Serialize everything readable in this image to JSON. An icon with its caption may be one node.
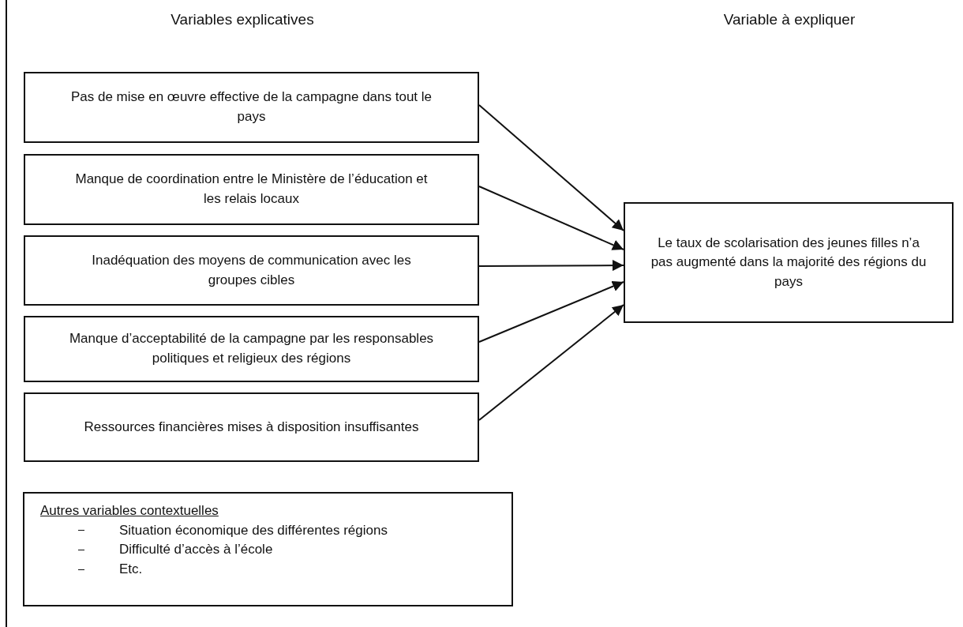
{
  "diagram": {
    "nodes": [
      {
        "text": [
          "Pas de mise en œuvre effective de la campagne dans tout le pays"
        ]
      },
      {
        "text": [
          "Manque de coordination entre le Ministère de l’éducation et les relais locaux"
        ]
      },
      {
        "text": [
          "Inadéquation des moyens de communication avec les groupes cibles"
        ]
      },
      {
        "text": [
          "Manque d’acceptabilité de la campagne par les responsables politiques et religieux des régions"
        ]
      },
      {
        "text": [
          "Ressources financières mises à disposition insuffisantes"
        ]
      },
      {
        "text": [
          "Le taux de scolarisation des jeunes filles n’a pas augmenté dans la majorité des régions du pays"
        ]
      },
      {
        "text": [
          "Autres variables contextuelles",
          "Situation économique des différentes régions",
          "Difficulté d’accès à l’école",
          "Etc."
        ]
      }
    ],
    "edges": [
      {
        "from": 0,
        "to": 5,
        "arrow": "to"
      },
      {
        "from": 1,
        "to": 5,
        "arrow": "to"
      },
      {
        "from": 2,
        "to": 5,
        "arrow": "to"
      },
      {
        "from": 3,
        "to": 5,
        "arrow": "to"
      },
      {
        "from": 4,
        "to": 5,
        "arrow": "to"
      }
    ],
    "labels": [
      "Variables explicatives",
      "Variable à expliquer"
    ]
  }
}
